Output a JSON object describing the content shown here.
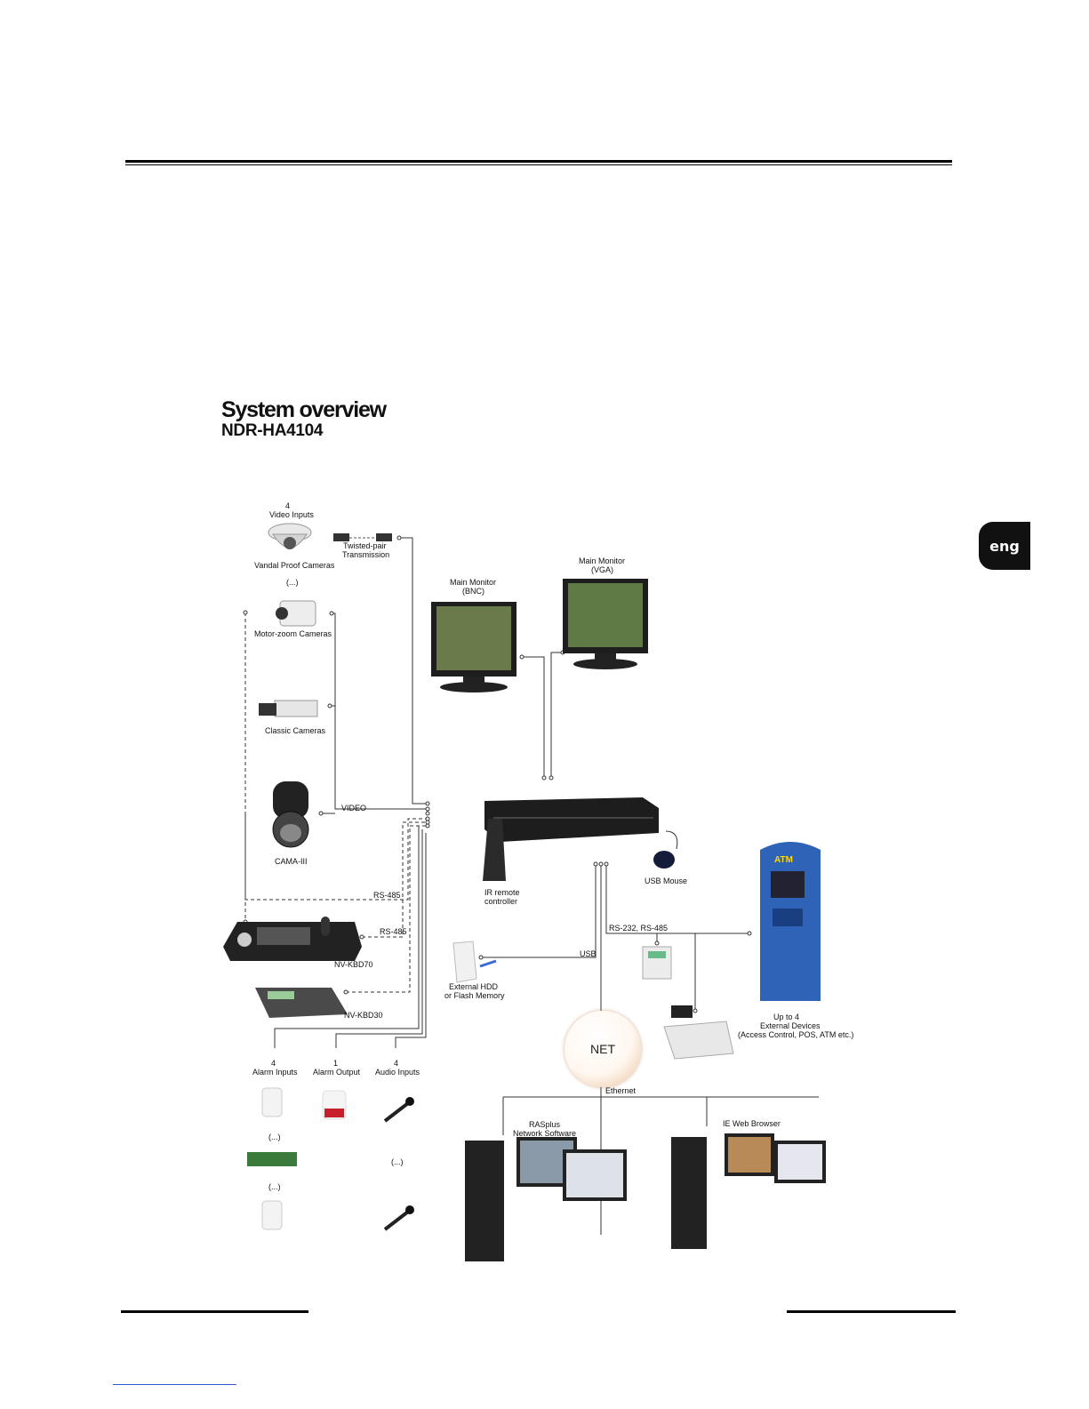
{
  "language_tab": "eng",
  "diagram": {
    "title": "System overview",
    "model": "NDR-HA4104",
    "labels": {
      "video_inputs_count": "4",
      "video_inputs": "Video Inputs",
      "twisted_pair_1": "Twisted-pair",
      "twisted_pair_2": "Transmission",
      "vandal_proof": "Vandal Proof Cameras",
      "ellipsis_top": "(...)",
      "motor_zoom": "Motor-zoom Cameras",
      "classic": "Classic Cameras",
      "cama": "CAMA-III",
      "video": "VIDEO",
      "rs485_a": "RS-485",
      "rs485_b": "RS-485",
      "kbd70": "NV-KBD70",
      "kbd30": "NV-KBD30",
      "main_monitor_bnc_1": "Main Monitor",
      "main_monitor_bnc_2": "(BNC)",
      "main_monitor_vga_1": "Main Monitor",
      "main_monitor_vga_2": "(VGA)",
      "ir_remote_1": "IR remote",
      "ir_remote_2": "controller",
      "usb_mouse": "USB Mouse",
      "rs232_rs485": "RS-232, RS-485",
      "usb": "USB",
      "ext_hdd_1": "External HDD",
      "ext_hdd_2": "or Flash Memory",
      "ext_devices_1": "Up to 4",
      "ext_devices_2": "External Devices",
      "ext_devices_3": "(Access Control, POS, ATM etc.)",
      "atm": "ATM",
      "net": "NET",
      "ethernet": "Ethernet",
      "alarm_inputs_count": "4",
      "alarm_inputs": "Alarm Inputs",
      "alarm_output_count": "1",
      "alarm_output": "Alarm Output",
      "audio_inputs_count": "4",
      "audio_inputs": "Audio Inputs",
      "ellipsis_a": "(...)",
      "ellipsis_b": "(...)",
      "ellipsis_c": "(...)",
      "rasplus_1": "RASplus",
      "rasplus_2": "Network Software",
      "ie_browser": "IE Web Browser"
    }
  }
}
